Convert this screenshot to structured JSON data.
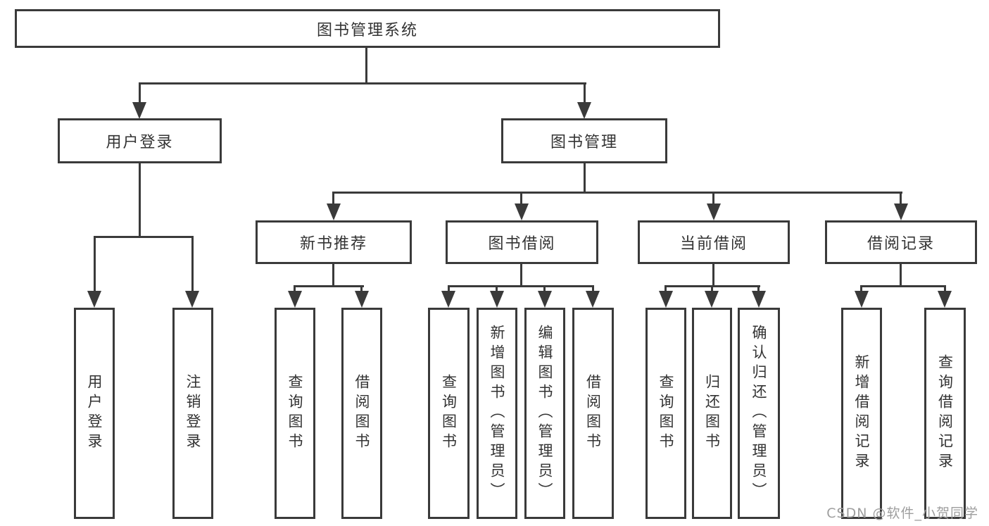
{
  "diagram": {
    "root": {
      "label": "图书管理系统"
    },
    "level2": [
      {
        "label": "用户登录"
      },
      {
        "label": "图书管理"
      }
    ],
    "level3": [
      {
        "label": "新书推荐"
      },
      {
        "label": "图书借阅"
      },
      {
        "label": "当前借阅"
      },
      {
        "label": "借阅记录"
      }
    ],
    "leaves": [
      {
        "label": "用户登录"
      },
      {
        "label": "注销登录"
      },
      {
        "label": "查询图书"
      },
      {
        "label": "借阅图书"
      },
      {
        "label": "查询图书"
      },
      {
        "label": "新增图书（管理员）"
      },
      {
        "label": "编辑图书（管理员）"
      },
      {
        "label": "借阅图书"
      },
      {
        "label": "查询图书"
      },
      {
        "label": "归还图书"
      },
      {
        "label": "确认归还（管理员）"
      },
      {
        "label": "新增借阅记录"
      },
      {
        "label": "查询借阅记录"
      }
    ]
  },
  "watermark": {
    "text": "CSDN @软件_小贺同学"
  },
  "colors": {
    "line": "#3a3a3a",
    "text": "#333333",
    "watermark_text": "#9e9e9e",
    "background": "#ffffff"
  }
}
